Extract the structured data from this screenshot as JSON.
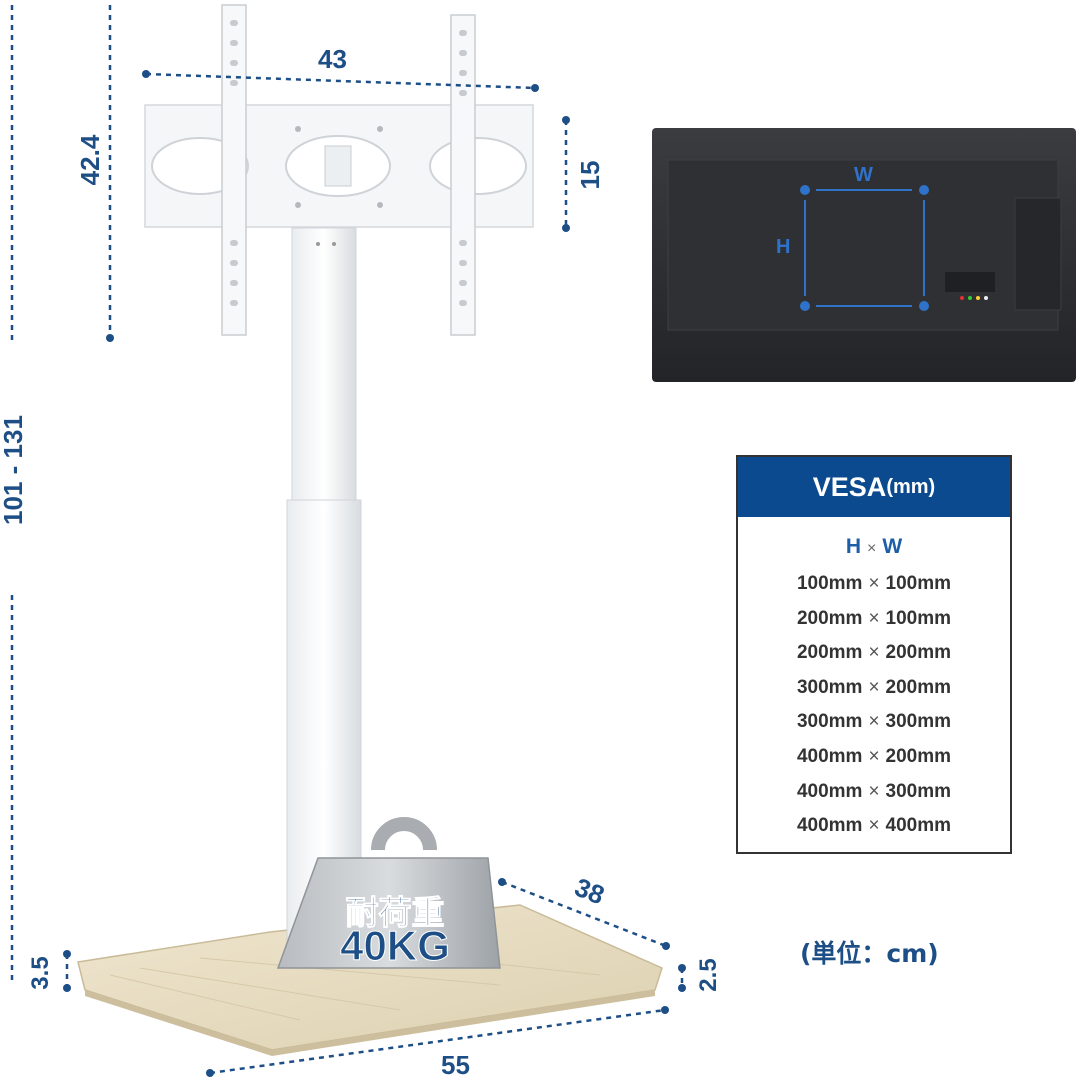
{
  "dimensions": {
    "plate_width": "43",
    "plate_height": "42.4",
    "bracket_height": "15",
    "total_height": "101 - 131",
    "base_depth": "38",
    "base_width": "55",
    "base_thickness_left": "3.5",
    "base_thickness_right": "2.5"
  },
  "weight": {
    "label": "耐荷重",
    "value": "40KG"
  },
  "tv_diagram": {
    "w_label": "W",
    "h_label": "H"
  },
  "vesa": {
    "title": "VESA",
    "unit": "(mm)",
    "subheader_h": "H",
    "subheader_x": "×",
    "subheader_w": "W",
    "rows": [
      {
        "h": "100mm",
        "w": "100mm"
      },
      {
        "h": "200mm",
        "w": "100mm"
      },
      {
        "h": "200mm",
        "w": "200mm"
      },
      {
        "h": "300mm",
        "w": "200mm"
      },
      {
        "h": "300mm",
        "w": "300mm"
      },
      {
        "h": "400mm",
        "w": "200mm"
      },
      {
        "h": "400mm",
        "w": "300mm"
      },
      {
        "h": "400mm",
        "w": "400mm"
      }
    ],
    "times": "×"
  },
  "unit_note": "(単位：cm)",
  "colors": {
    "dimension_blue": "#1d4f86",
    "vesa_header": "#0b4a8e",
    "wood": "#e6dcc4",
    "tv_body": "#2a2c2f"
  }
}
